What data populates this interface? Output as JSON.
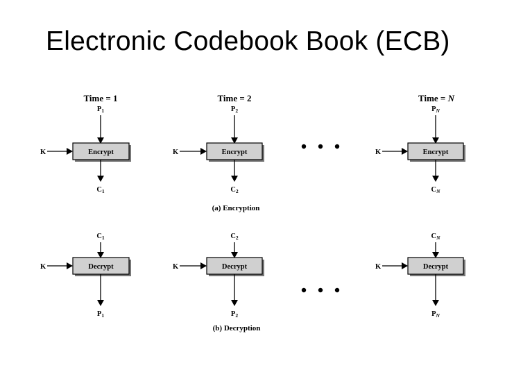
{
  "title": "Electronic Codebook Book (ECB)",
  "columns": [
    {
      "time_label": "Time = 1",
      "enc_in": {
        "base": "P",
        "sub": "1"
      },
      "enc_out": {
        "base": "C",
        "sub": "1"
      },
      "dec_in": {
        "base": "C",
        "sub": "1"
      },
      "dec_out": {
        "base": "P",
        "sub": "1"
      }
    },
    {
      "time_label": "Time = 2",
      "enc_in": {
        "base": "P",
        "sub": "2"
      },
      "enc_out": {
        "base": "C",
        "sub": "2"
      },
      "dec_in": {
        "base": "C",
        "sub": "2"
      },
      "dec_out": {
        "base": "P",
        "sub": "2"
      }
    },
    {
      "time_label": "Time = N",
      "enc_in": {
        "base": "P",
        "sub": "N"
      },
      "enc_out": {
        "base": "C",
        "sub": "N"
      },
      "dec_in": {
        "base": "C",
        "sub": "N"
      },
      "dec_out": {
        "base": "P",
        "sub": "N"
      }
    }
  ],
  "key_label": "K",
  "encrypt_label": "Encrypt",
  "decrypt_label": "Decrypt",
  "caption_encryption": "(a) Encryption",
  "caption_decryption": "(b) Decryption"
}
